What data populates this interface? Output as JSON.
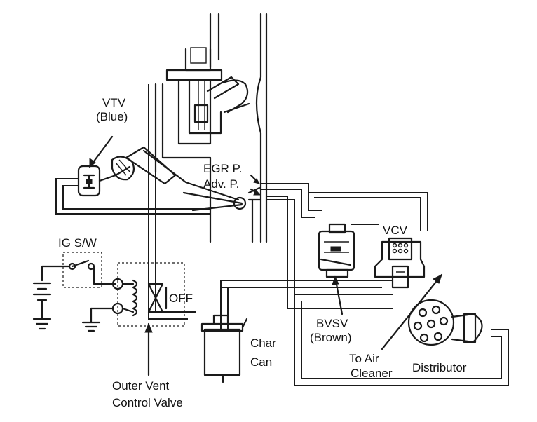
{
  "labels": {
    "vtv_line1": "VTV",
    "vtv_line2": "(Blue)",
    "egr_port": "EGR P.",
    "adv_port": "Adv. P.",
    "vcv": "VCV",
    "ig_switch": "IG S/W",
    "off": "OFF",
    "bvsv_line1": "BVSV",
    "bvsv_line2": "(Brown)",
    "char_line1": "Char",
    "char_line2": "Can",
    "to_air_line1": "To Air",
    "to_air_line2": "Cleaner",
    "distributor": "Distributor",
    "outer_vent_line1": "Outer Vent",
    "outer_vent_line2": "Control Valve"
  },
  "icons": {
    "solenoid": "solenoid-coil-icon",
    "battery": "battery-icon",
    "ground": "ground-icon"
  },
  "colors": {
    "ink": "#1a1a1a",
    "background": "#ffffff"
  }
}
